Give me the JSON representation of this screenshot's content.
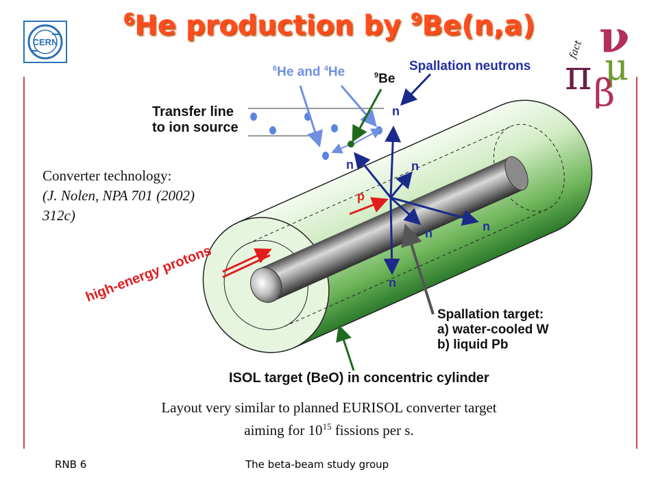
{
  "slide": {
    "title_mass_he": "6",
    "title_he": "He production by ",
    "title_mass_be": "9",
    "title_be": "Be(n,a)"
  },
  "diagram": {
    "he_label": {
      "mass6": "6",
      "he1": "He and ",
      "mass4": "4",
      "he2": "He"
    },
    "be_label": {
      "mass": "9",
      "sym": "Be"
    },
    "spallation_neutrons": "Spallation neutrons",
    "transfer_line_1": "Transfer line",
    "transfer_line_2": "to ion source",
    "neutron": "n",
    "proton": "p",
    "high_energy_protons": "high-energy protons",
    "spallation_target_1": "Spallation target:",
    "spallation_target_2": "a) water-cooled W",
    "spallation_target_3": "b) liquid Pb",
    "isol_target": "ISOL target (BeO) in concentric cylinder"
  },
  "notes": {
    "converter_1": "Converter technology:",
    "converter_2": "(J. Nolen, NPA 701 (2002)",
    "converter_3": "312c)",
    "layout_1": "Layout very similar to planned EURISOL converter target",
    "layout_2a": "aiming for 10",
    "layout_2sup": "15",
    "layout_2b": " fissions per s."
  },
  "footer": {
    "left": "RNB 6",
    "center": "The beta-beam study group"
  },
  "logos": {
    "cern": "CERN",
    "fact": "fact",
    "nu": "ν",
    "pi": "π",
    "mu": "μ",
    "beta": "β"
  }
}
